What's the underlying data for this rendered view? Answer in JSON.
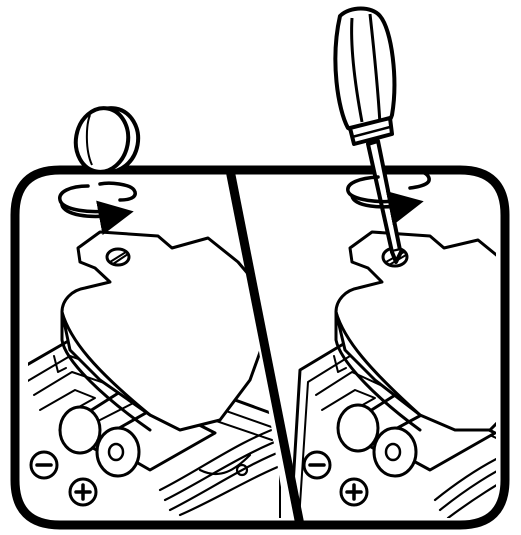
{
  "diagram": {
    "panels": [
      {
        "id": "left",
        "tool": "coin",
        "rotation": "clockwise",
        "polarity": [
          "minus",
          "plus"
        ]
      },
      {
        "id": "right",
        "tool": "screwdriver",
        "rotation": "clockwise",
        "polarity": [
          "minus",
          "plus"
        ]
      }
    ],
    "colors": {
      "ink": "#000000",
      "paper": "#ffffff"
    }
  }
}
